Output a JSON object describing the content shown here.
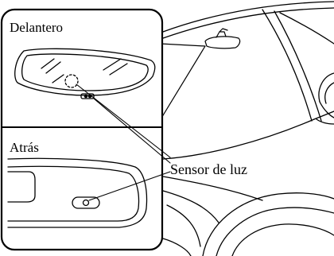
{
  "labels": {
    "front": "Delantero",
    "rear": "Atrás",
    "sensor": "Sensor de luz"
  }
}
